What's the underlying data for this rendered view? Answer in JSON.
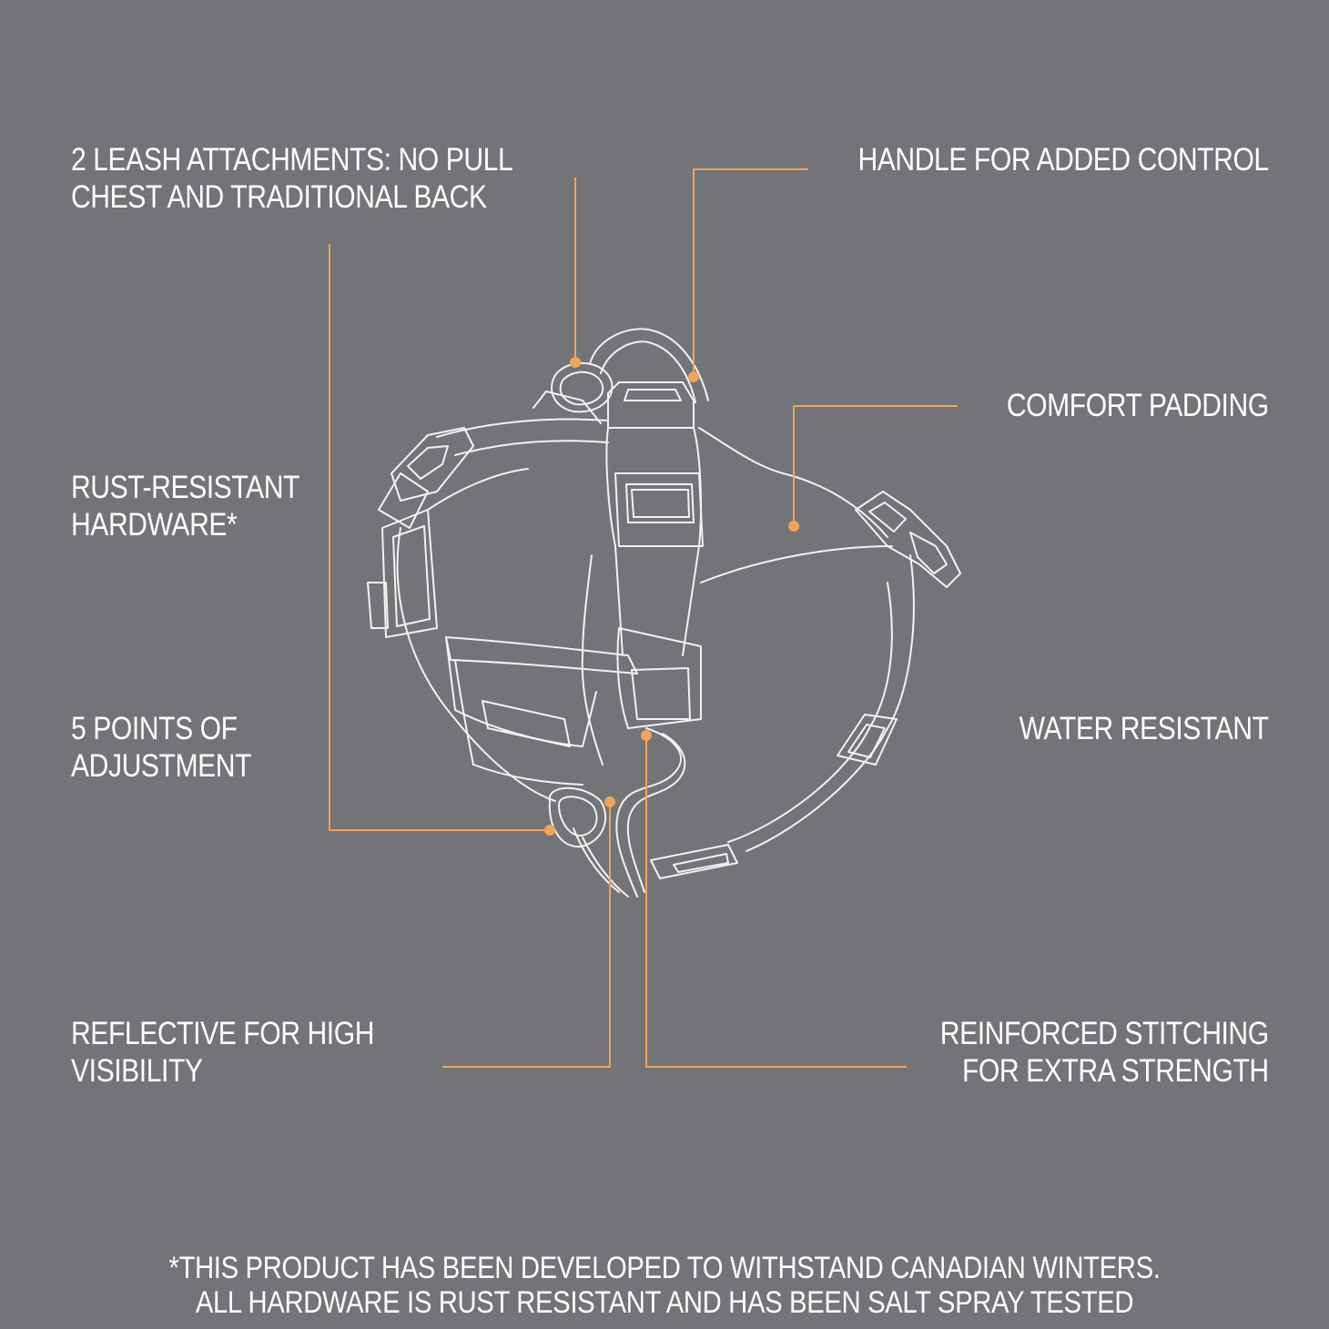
{
  "labels": {
    "leash": [
      "2 LEASH ATTACHMENTS: NO PULL",
      "CHEST AND TRADITIONAL BACK"
    ],
    "handle": [
      "HANDLE FOR ADDED CONTROL"
    ],
    "padding": [
      "COMFORT PADDING"
    ],
    "hardware": [
      "RUST-RESISTANT",
      "HARDWARE*"
    ],
    "adjust": [
      "5 POINTS OF",
      "ADJUSTMENT"
    ],
    "water": [
      "WATER RESISTANT"
    ],
    "reflective": [
      "REFLECTIVE FOR HIGH",
      "VISIBILITY"
    ],
    "stitching": [
      "REINFORCED STITCHING",
      "FOR EXTRA STRENGTH"
    ]
  },
  "footnote": [
    "*THIS PRODUCT HAS BEEN DEVELOPED TO WITHSTAND CANADIAN WINTERS.",
    "ALL HARDWARE IS RUST RESISTANT AND HAS BEEN SALT SPRAY TESTED"
  ],
  "colors": {
    "background": "#727478",
    "text": "#ffffff",
    "accent": "#f0a35a",
    "outline": "#f2f2f2"
  }
}
